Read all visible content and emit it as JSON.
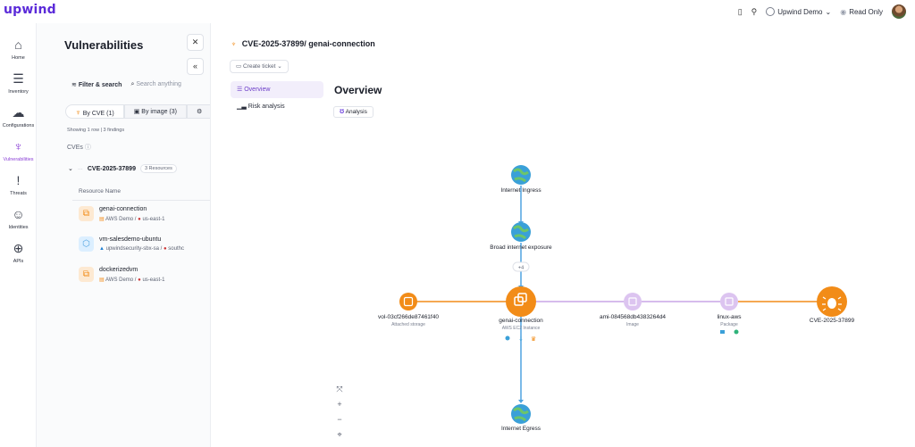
{
  "app": {
    "logo": "upwind"
  },
  "topbar": {
    "org": "Upwind Demo",
    "mode": "Read Only",
    "chevron": "⌄"
  },
  "nav": {
    "items": [
      {
        "label": "Home",
        "icon": "home-icon",
        "glyph": "⌂"
      },
      {
        "label": "Inventory",
        "icon": "inventory-icon",
        "glyph": "☰"
      },
      {
        "label": "Configurations",
        "icon": "cloud-icon",
        "glyph": "☁"
      },
      {
        "label": "Vulnerabilities",
        "icon": "bug-icon",
        "glyph": "♆"
      },
      {
        "label": "Threats",
        "icon": "exclamation-icon",
        "glyph": "!"
      },
      {
        "label": "Identities",
        "icon": "user-icon",
        "glyph": "☺"
      },
      {
        "label": "APIs",
        "icon": "globe-icon",
        "glyph": "⊕"
      }
    ]
  },
  "vuln_panel": {
    "title": "Vulnerabilities",
    "filter_label": "Filter & search",
    "search_placeholder": "Search anything",
    "tabs": [
      {
        "label": "By CVE (1)"
      },
      {
        "label": "By image (3)"
      }
    ],
    "showing": "Showing 1 row | 3 findings",
    "cves_label": "CVEs",
    "cve_row": {
      "id": "CVE-2025-37899",
      "badge": "3 Resources"
    },
    "resource_header": "Resource Name",
    "resources": [
      {
        "name": "genai-connection",
        "account": "AWS Demo",
        "region": "us-east-1",
        "color": "#f28c18"
      },
      {
        "name": "vm-salesdemo-ubuntu",
        "account": "upwindsecurity-sbx-sa",
        "region": "southc",
        "color": "#4fa3e0"
      },
      {
        "name": "dockerizedvm",
        "account": "AWS Demo",
        "region": "us-east-1",
        "color": "#f28c18"
      }
    ]
  },
  "main": {
    "breadcrumb": "CVE-2025-37899/ genai-connection",
    "create_ticket": "Create ticket",
    "subnav": [
      {
        "label": "Overview"
      },
      {
        "label": "Risk analysis"
      }
    ],
    "overview_title": "Overview",
    "analysis_btn": "Analysis"
  },
  "graph": {
    "nodes": [
      {
        "id": "internet-ingress",
        "label": "Internet Ingress",
        "sub": "",
        "kind": "globe"
      },
      {
        "id": "broad-exposure",
        "label": "Broad internet exposure",
        "sub": "",
        "kind": "globe"
      },
      {
        "id": "vol",
        "label": "vol-03cf266de87461f40",
        "sub": "Attached storage",
        "kind": "storage"
      },
      {
        "id": "genai",
        "label": "genai-connection",
        "sub": "AWS EC2 Instance",
        "kind": "ec2"
      },
      {
        "id": "ami",
        "label": "ami-084568db4383264d4",
        "sub": "Image",
        "kind": "image"
      },
      {
        "id": "linux",
        "label": "linux-aws",
        "sub": "Package",
        "kind": "package"
      },
      {
        "id": "cve",
        "label": "CVE-2025-37899",
        "sub": "",
        "kind": "cve"
      },
      {
        "id": "internet-egress",
        "label": "Internet Egress",
        "sub": "",
        "kind": "globe"
      }
    ],
    "more_badge": "+4",
    "colors": {
      "orange": "#f28c18",
      "purple": "#c9a6e6",
      "blue": "#4fa3e0"
    }
  }
}
